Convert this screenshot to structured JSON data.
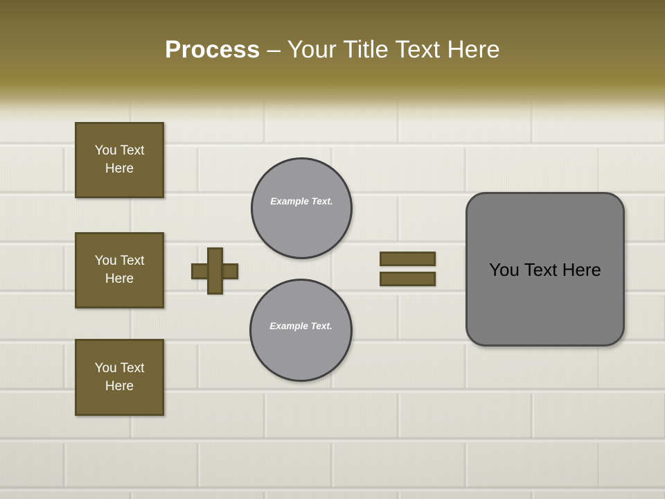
{
  "slide": {
    "title": {
      "emphasis": "Process",
      "rest": " – Your Title Text Here",
      "full": "Process – Your Title Text Here"
    },
    "background": {
      "name": "brick-wall-photo",
      "base_color": "#e6e4da"
    },
    "colors": {
      "title_band_top": "#6d5f31",
      "title_band_mid": "#8a7a43",
      "olive_fill": "#736538",
      "olive_border": "#574c29",
      "circle_fill": "#9a9a9c",
      "circle_border": "#3f3f40",
      "result_fill": "#7f7f7f",
      "result_border": "#4a4a4a",
      "title_text": "#ffffff",
      "result_text": "#000000"
    },
    "input_boxes": [
      {
        "label": "You Text Here"
      },
      {
        "label": "You Text Here"
      },
      {
        "label": "You Text Here"
      }
    ],
    "operators": {
      "plus": "+",
      "equals": "="
    },
    "circles": [
      {
        "label": "Example Text."
      },
      {
        "label": "Example Text."
      }
    ],
    "result": {
      "label": "You Text Here"
    }
  }
}
